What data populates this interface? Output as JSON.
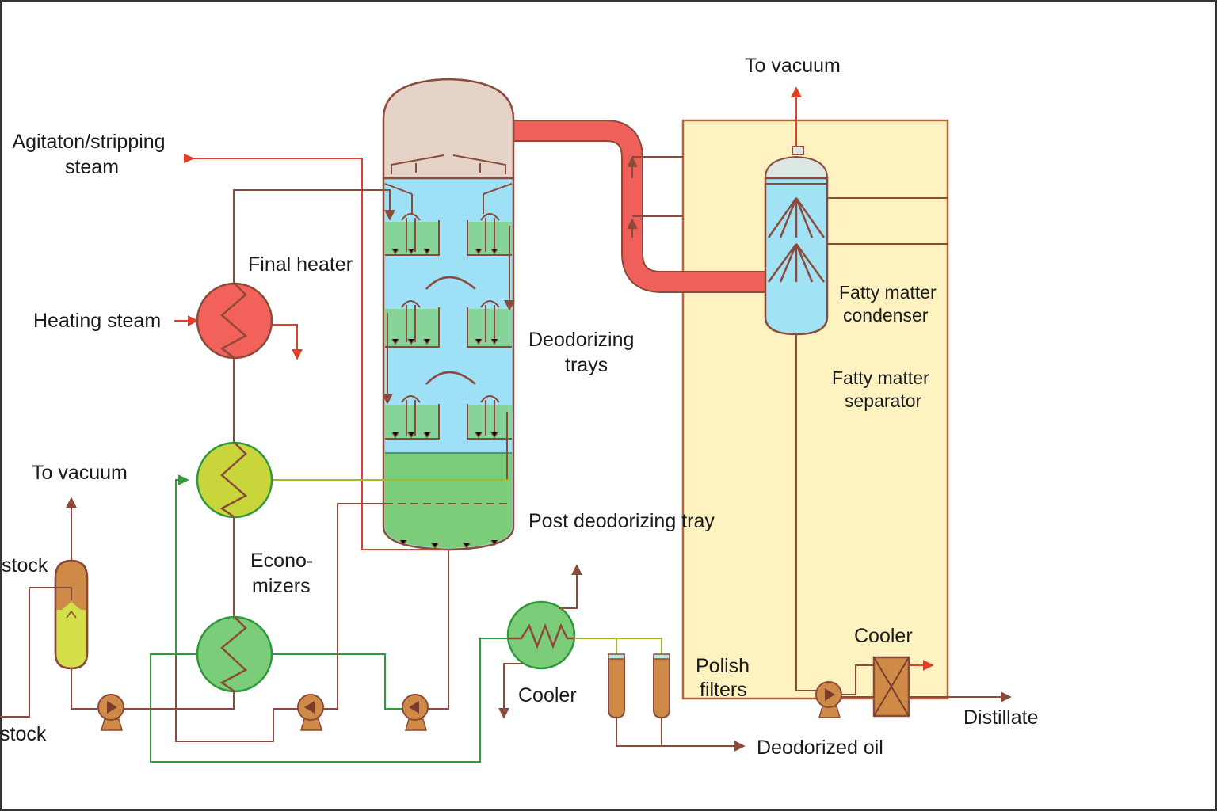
{
  "labels": {
    "stripping_steam_1": "Agitaton/stripping",
    "stripping_steam_2": "steam",
    "final_heater": "Final heater",
    "heating_steam": "Heating steam",
    "to_vacuum_left": "To vacuum",
    "stock_upper": "stock",
    "stock_lower": "stock",
    "economizers_1": "Econo-",
    "economizers_2": "mizers",
    "deodorizing_trays_1": "Deodorizing",
    "deodorizing_trays_2": "trays",
    "post_deodorizing_tray": "Post deodorizing tray",
    "to_vacuum_top": "To vacuum",
    "fatty_condenser_1": "Fatty matter",
    "fatty_condenser_2": "condenser",
    "fatty_separator_1": "Fatty matter",
    "fatty_separator_2": "separator",
    "cooler_center": "Cooler",
    "polish_filters_1": "Polish",
    "polish_filters_2": "filters",
    "cooler_right": "Cooler",
    "distillate": "Distillate",
    "deodorized_oil": "Deodorized oil"
  },
  "colors": {
    "pipe_brown": "#8b4a3a",
    "steam_red": "#e0402a",
    "vapor_red": "#f0605a",
    "column_blue": "#9ee0f5",
    "oil_green": "#86d49a",
    "cold_green": "#2e9a3a",
    "econ_yellow": "#c8d63c",
    "separator_cream": "#fdf2c0",
    "heater_red": "#f2625a",
    "vessel_orange": "#d08a48",
    "dome_beige": "#e6d3c8"
  }
}
